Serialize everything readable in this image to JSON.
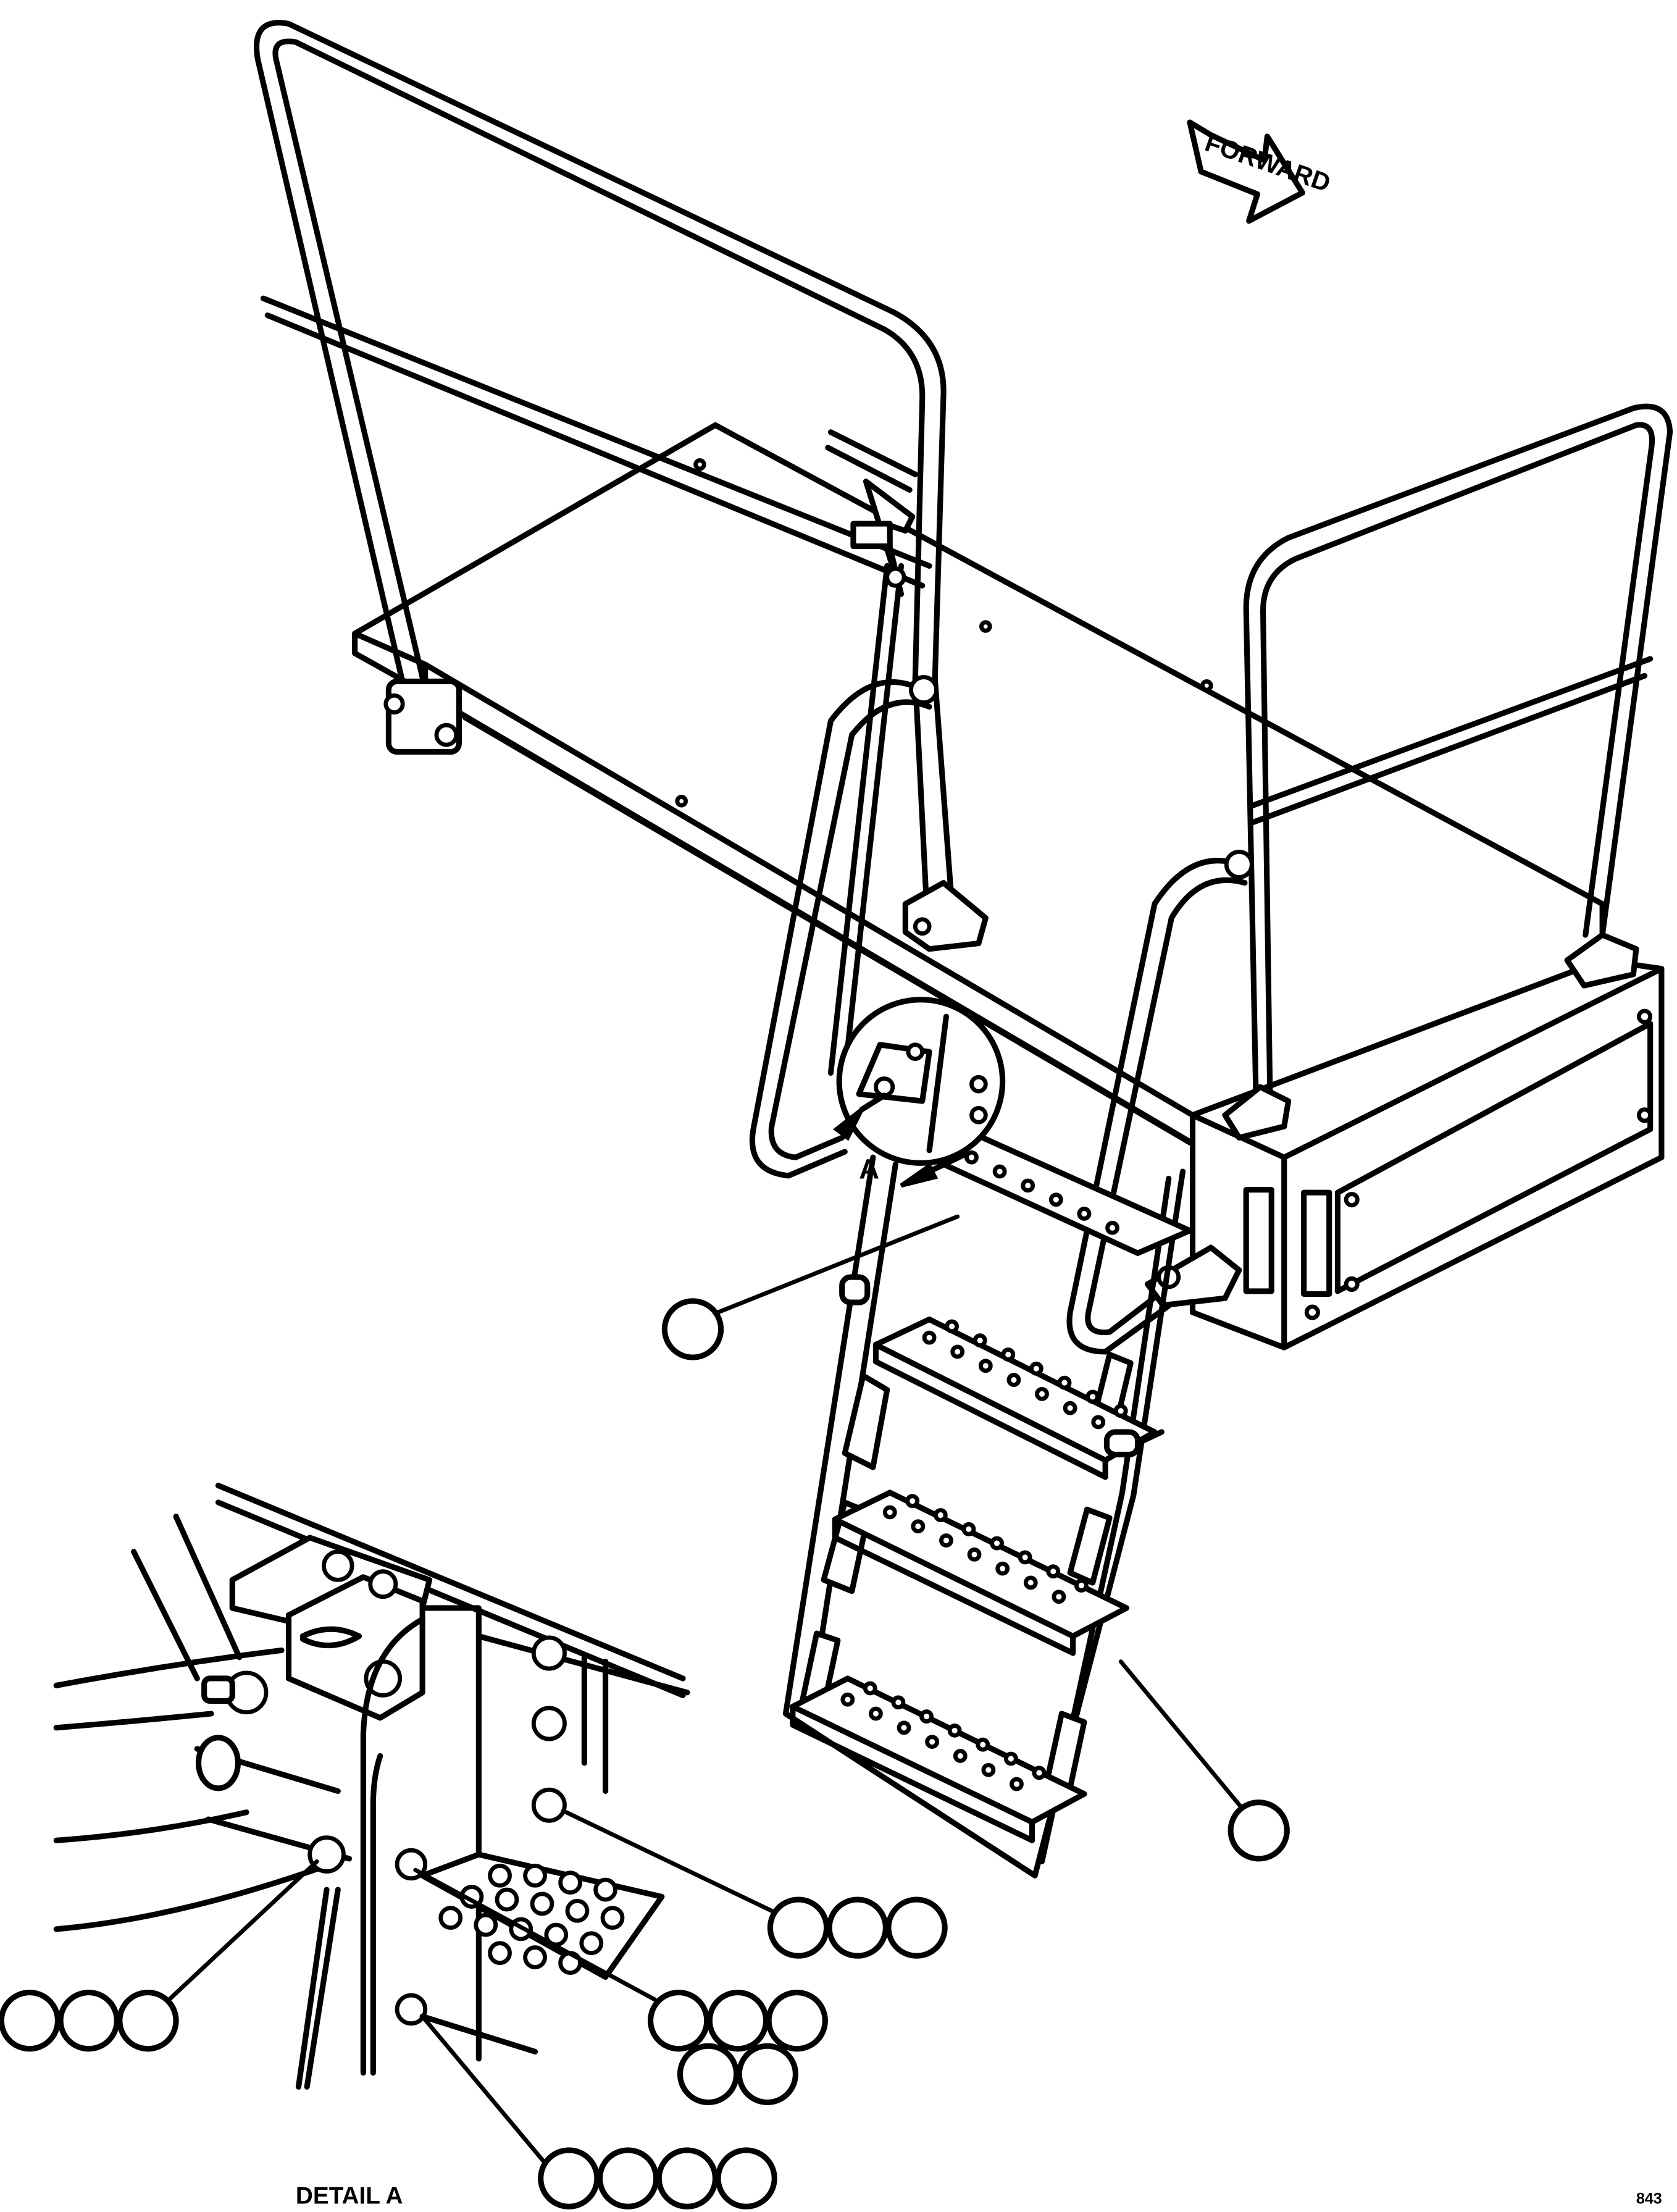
{
  "orientation_arrow": {
    "label": "FORWARD"
  },
  "detail_view_marker": {
    "label": "A"
  },
  "detail_title": "DETAIL A",
  "sheet_code": "843",
  "callouts": {
    "ladder_assembly": [
      ""
    ],
    "ladder_side_rail": [
      ""
    ],
    "upper_bolt_stack": [
      "",
      "",
      ""
    ],
    "pivot_bolt_stack": [
      "",
      "",
      ""
    ],
    "middle_bolt_stack": [
      "",
      "",
      "",
      "",
      ""
    ],
    "lower_bolt_stack": [
      "",
      "",
      "",
      ""
    ]
  },
  "colors": {
    "line": "#000000",
    "paper": "#ffffff"
  }
}
